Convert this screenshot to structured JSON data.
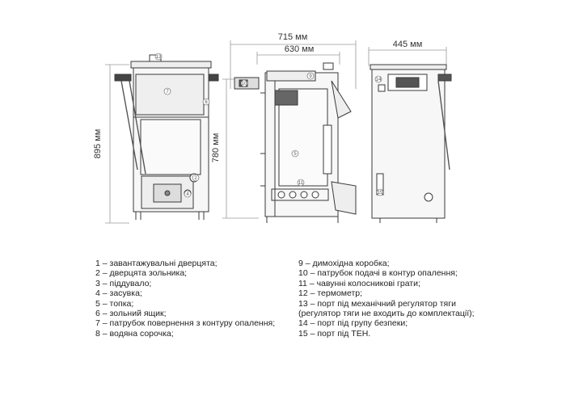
{
  "dimensions": {
    "total_depth": "715 мм",
    "body_depth": "630 мм",
    "width": "445 мм",
    "total_height": "895 мм",
    "body_height": "780 мм"
  },
  "callouts": {
    "front_view": [
      "13",
      "7",
      "2",
      "4",
      "6"
    ],
    "side_view": [
      "9",
      "5",
      "10",
      "11"
    ],
    "back_view": [
      "14",
      "15"
    ]
  },
  "legend_left": [
    "1 – завантажувальні дверцята;",
    "2 – дверцята зольника;",
    "3 – піддувало;",
    "4 – засувка;",
    "5 – топка;",
    "6 – зольний ящик;",
    "7 – патрубок повернення з контуру опалення;",
    "8 – водяна сорочка;"
  ],
  "legend_right": [
    "9 – димохідна коробка;",
    "10 – патрубок подачі в контур опалення;",
    "11 – чавунні колосникові грати;",
    "12 – термометр;",
    "13 – порт під механічний регулятор тяги",
    "(регулятор тяги не входить до комплектації);",
    "14 – порт під групу безпеки;",
    "15 – порт під ТЕН."
  ],
  "colors": {
    "line": "#3a3a3a",
    "dim_line": "#9a9a9a",
    "fill": "#f4f4f4",
    "dark": "#555555"
  }
}
